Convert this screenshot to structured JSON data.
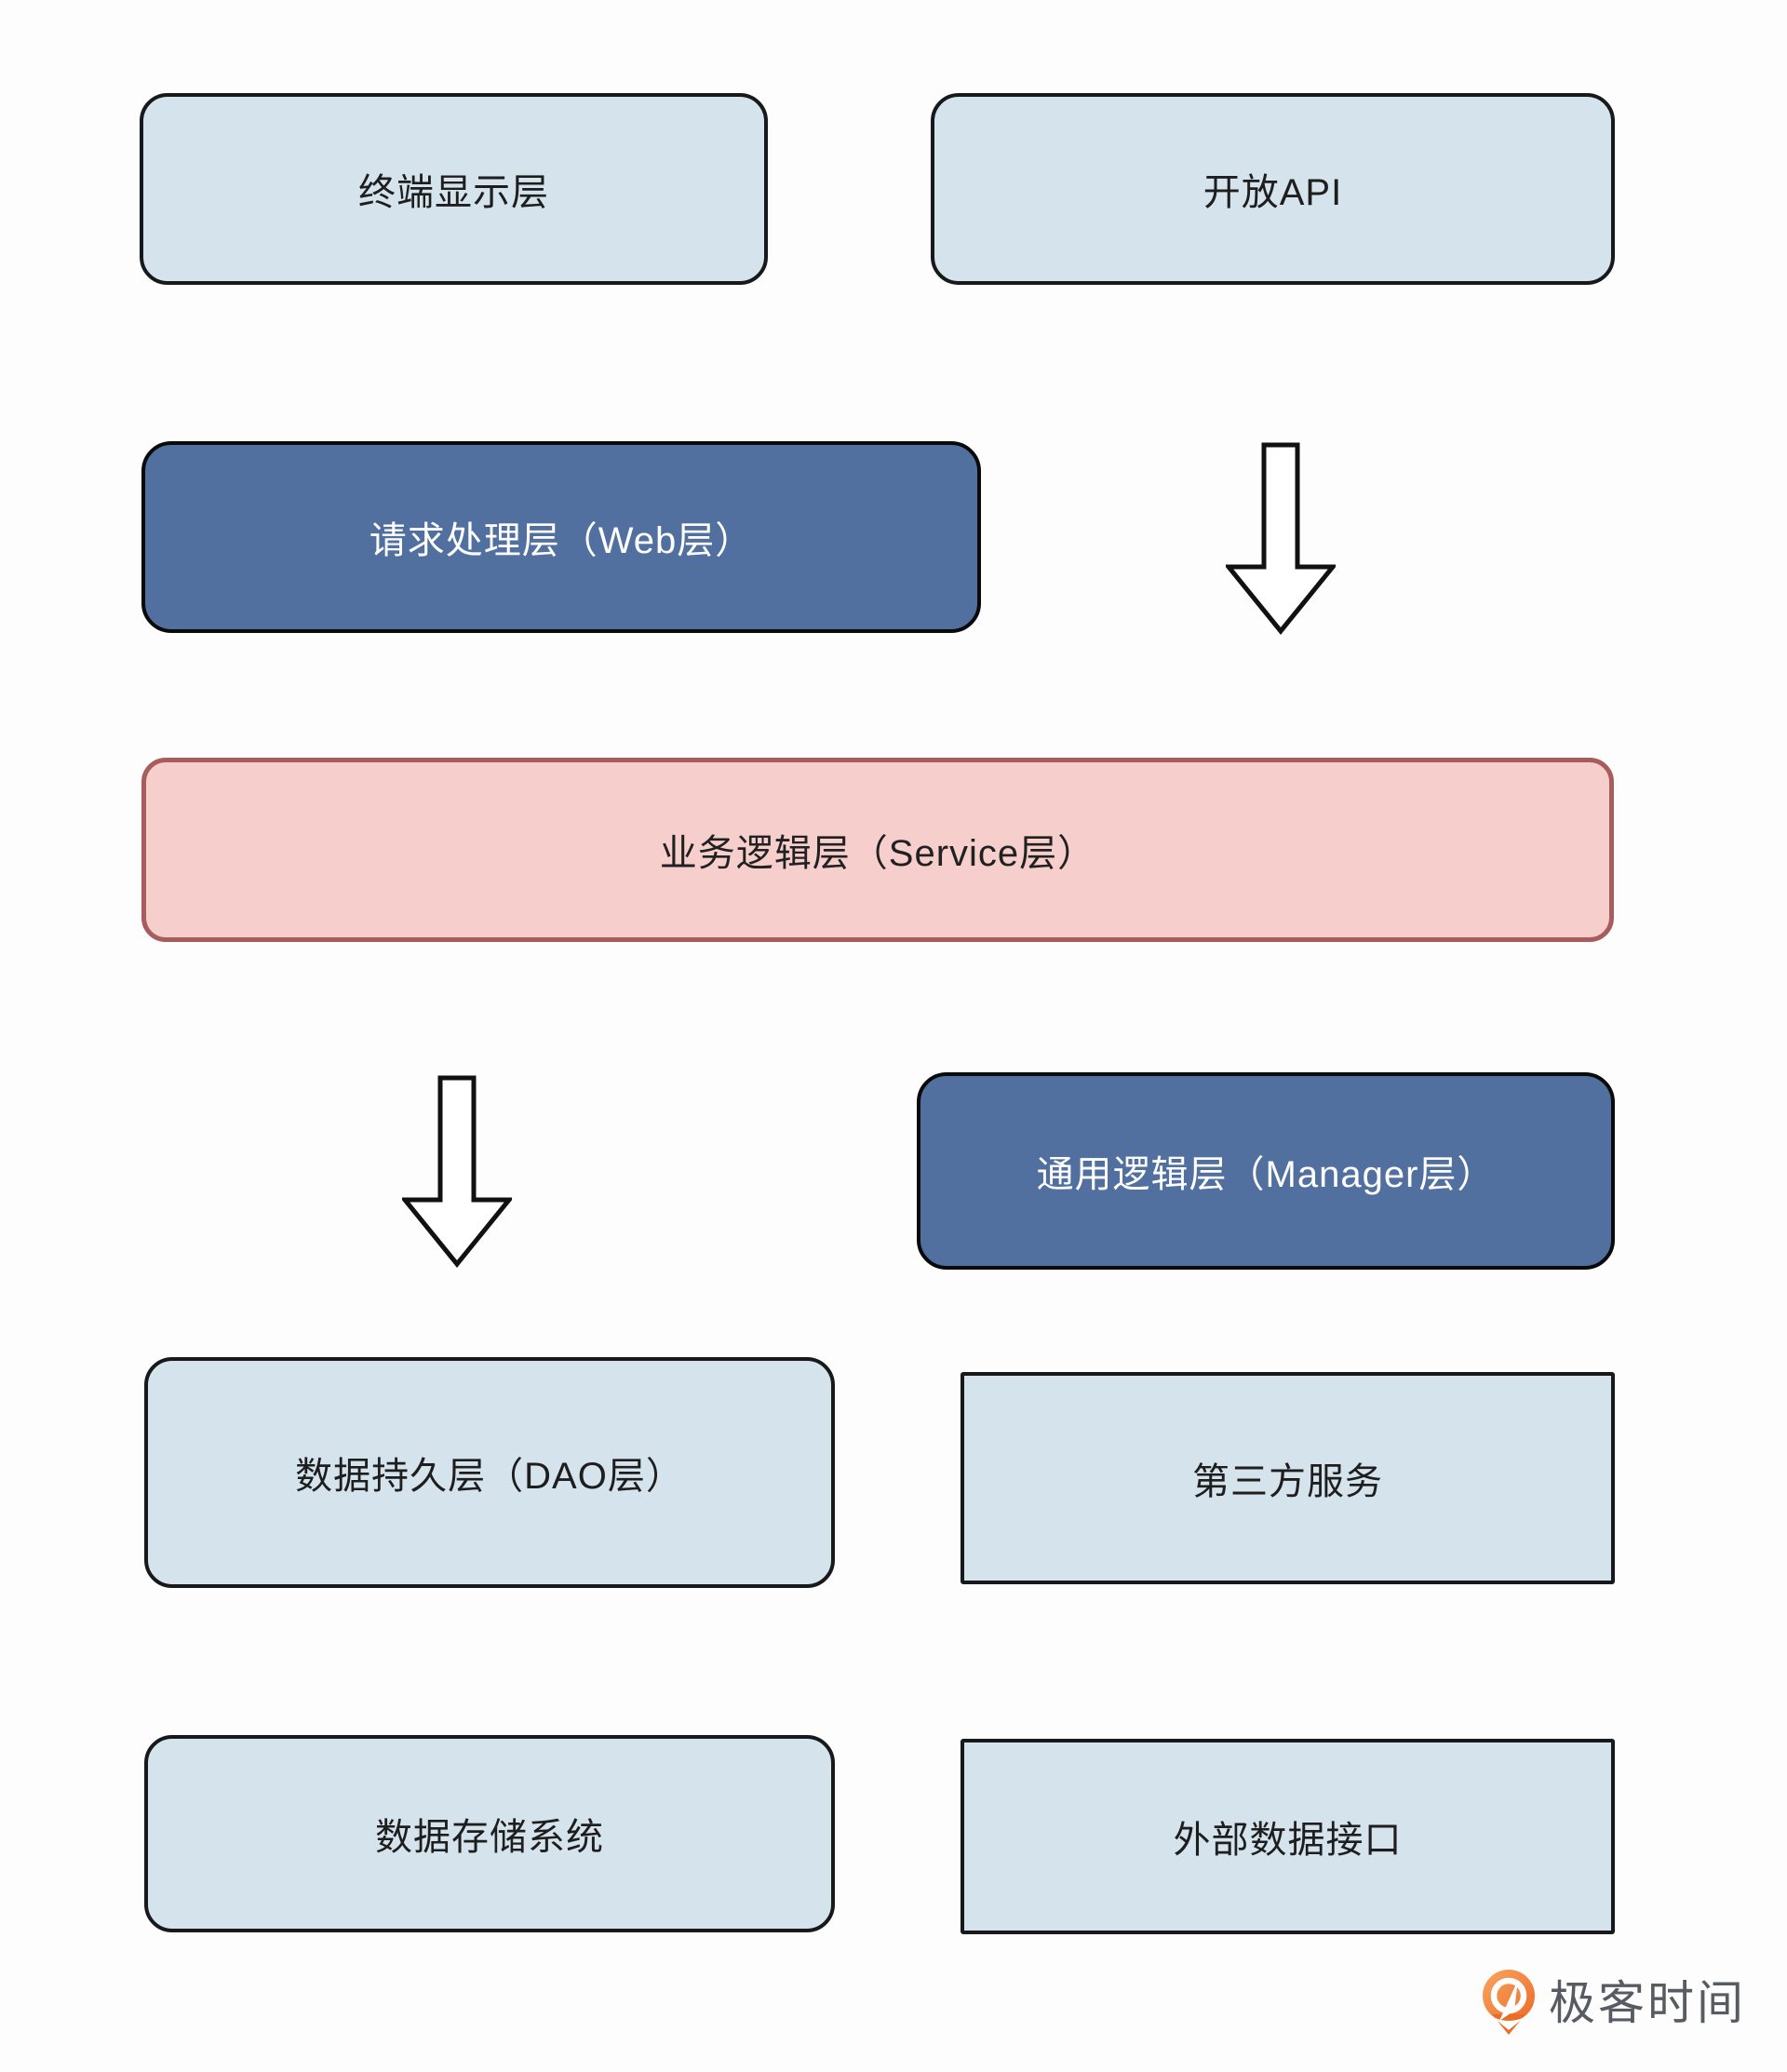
{
  "diagram_title": "layered-architecture",
  "nodes": {
    "terminal_display": {
      "label": "终端显示层"
    },
    "open_api": {
      "label": "开放API"
    },
    "web_layer": {
      "label": "请求处理层（Web层）"
    },
    "service_layer": {
      "label": "业务逻辑层（Service层）"
    },
    "manager_layer": {
      "label": "通用逻辑层（Manager层）"
    },
    "dao_layer": {
      "label": "数据持久层（DAO层）"
    },
    "third_party": {
      "label": "第三方服务"
    },
    "data_storage": {
      "label": "数据存储系统"
    },
    "external_data": {
      "label": "外部数据接口"
    }
  },
  "arrows": [
    {
      "id": "api-to-service",
      "direction": "down"
    },
    {
      "id": "service-to-dao",
      "direction": "down"
    }
  ],
  "footer": {
    "brand": "极客时间"
  },
  "colors": {
    "light_box_fill": "#d5e4ec",
    "light_box_border": "#17191a",
    "dark_box_fill": "#51709f",
    "dark_box_border": "#0a0a0a",
    "pink_box_fill": "#f6cfcd",
    "pink_box_border": "#a85d5c",
    "text_dark": "#1e1e1e",
    "text_light": "#ffffff",
    "brand_orange": "#ed6c2a",
    "brand_text_gray": "#575c63",
    "background": "#fdfdfd"
  }
}
